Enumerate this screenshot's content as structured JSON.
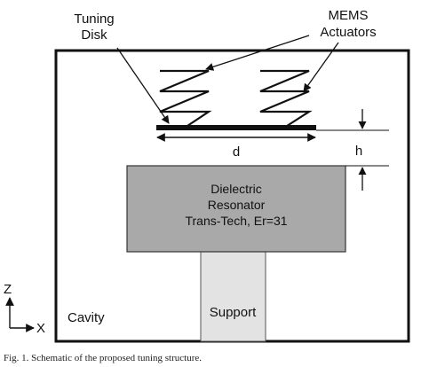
{
  "labels": {
    "tuning_disk_line1": "Tuning",
    "tuning_disk_line2": "Disk",
    "mems_line1": "MEMS",
    "mems_line2": "Actuators",
    "d": "d",
    "h": "h",
    "resonator_line1": "Dielectric",
    "resonator_line2": "Resonator",
    "resonator_line3": "Trans-Tech, Er=31",
    "support": "Support",
    "cavity": "Cavity",
    "axis_z": "Z",
    "axis_x": "X"
  },
  "caption": "Fig. 1.  Schematic of the proposed tuning structure.",
  "colors": {
    "resonator_fill": "#a9a9a9",
    "support_fill": "#e3e3e3",
    "stroke": "#111111"
  }
}
